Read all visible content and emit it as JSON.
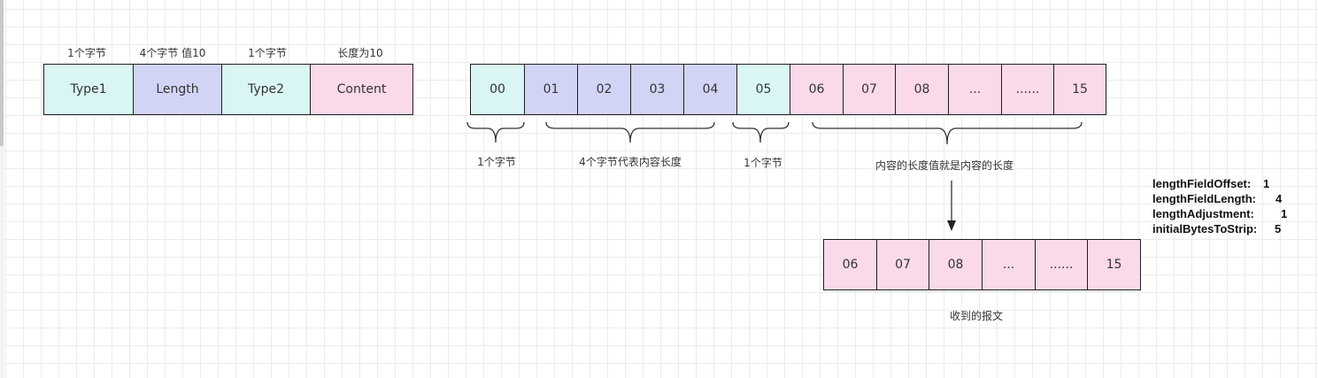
{
  "header": {
    "fields": [
      {
        "label": "Type1",
        "caption": "1个字节",
        "color": "cyan"
      },
      {
        "label": "Length",
        "caption": "4个字节 值10",
        "color": "blue"
      },
      {
        "label": "Type2",
        "caption": "1个字节",
        "color": "cyan"
      },
      {
        "label": "Content",
        "caption": "长度为10",
        "color": "pink"
      }
    ]
  },
  "packet": {
    "bytes": [
      {
        "label": "00",
        "color": "cyan"
      },
      {
        "label": "01",
        "color": "blue"
      },
      {
        "label": "02",
        "color": "blue"
      },
      {
        "label": "03",
        "color": "blue"
      },
      {
        "label": "04",
        "color": "blue"
      },
      {
        "label": "05",
        "color": "cyan"
      },
      {
        "label": "06",
        "color": "pink"
      },
      {
        "label": "07",
        "color": "pink"
      },
      {
        "label": "08",
        "color": "pink"
      },
      {
        "label": "...",
        "color": "pink"
      },
      {
        "label": "......",
        "color": "pink"
      },
      {
        "label": "15",
        "color": "pink"
      }
    ],
    "brace_labels": [
      "1个字节",
      "4个字节代表内容长度",
      "1个字节",
      "内容的长度值就是内容的长度"
    ]
  },
  "received": {
    "bytes": [
      "06",
      "07",
      "08",
      "...",
      "......",
      "15"
    ],
    "caption": "收到的报文"
  },
  "params": [
    {
      "name": "lengthFieldOffset:",
      "value": "1"
    },
    {
      "name": "lengthFieldLength:",
      "value": "4"
    },
    {
      "name": "lengthAdjustment:",
      "value": "1"
    },
    {
      "name": "initialBytesToStrip:",
      "value": "5"
    }
  ],
  "colors": {
    "cyan": "#d9f6f4",
    "blue": "#d2d4f6",
    "pink": "#fadaea",
    "stroke": "#1f1f1f"
  }
}
